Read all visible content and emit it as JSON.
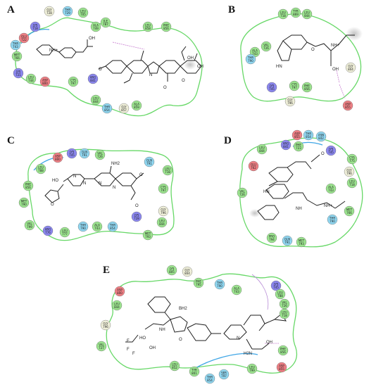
{
  "panels": {
    "A": {
      "label": "A",
      "atoms": [
        "NH+",
        "OH",
        "O",
        "O",
        "N",
        "OH",
        "OH",
        "O"
      ],
      "residues": [
        {
          "name": "GLY",
          "num": "728",
          "type": "gly"
        },
        {
          "name": "THR",
          "num": "729",
          "type": "polar"
        },
        {
          "name": "LEU",
          "num": "705",
          "type": "hyd"
        },
        {
          "name": "LYS",
          "num": "718",
          "type": "pos"
        },
        {
          "name": "ALA",
          "num": "749",
          "type": "hyd"
        },
        {
          "name": "ILE",
          "num": "787",
          "type": "hyd"
        },
        {
          "name": "GLU",
          "num": "722",
          "type": "neg"
        },
        {
          "name": "THR",
          "num": "743",
          "type": "polar"
        },
        {
          "name": "MET",
          "num": "766",
          "type": "hyd"
        },
        {
          "name": "LYS",
          "num": "721",
          "type": "pos"
        },
        {
          "name": "LEU",
          "num": "744",
          "type": "hyd"
        },
        {
          "name": "ASP",
          "num": "800",
          "type": "neg"
        },
        {
          "name": "CYS",
          "num": "797",
          "type": "hyd"
        },
        {
          "name": "ARG",
          "num": "841",
          "type": "pos"
        },
        {
          "name": "LEU",
          "num": "844",
          "type": "hyd"
        },
        {
          "name": "THR",
          "num": "854",
          "type": "polar"
        },
        {
          "name": "GLY",
          "num": "857",
          "type": "gly"
        },
        {
          "name": "ALA",
          "num": "859",
          "type": "hyd"
        },
        {
          "name": "LEU",
          "num": "858",
          "type": "hyd"
        },
        {
          "name": "PHE",
          "num": "856",
          "type": "hyd"
        }
      ]
    },
    "B": {
      "label": "B",
      "atoms": [
        "HN",
        "O",
        "NH+",
        "OH"
      ],
      "residues": [
        {
          "name": "LEU",
          "num": "718",
          "type": "hyd"
        },
        {
          "name": "TYR",
          "num": "869",
          "type": "hyd"
        },
        {
          "name": "LEU",
          "num": "844",
          "type": "hyd"
        },
        {
          "name": "VAL",
          "num": "726",
          "type": "hyd"
        },
        {
          "name": "ALA",
          "num": "743",
          "type": "hyd"
        },
        {
          "name": "THR",
          "num": "790",
          "type": "polar"
        },
        {
          "name": "LYS",
          "num": "745",
          "type": "pos"
        },
        {
          "name": "CYS",
          "num": "797",
          "type": "hyd"
        },
        {
          "name": "PHE",
          "num": "856",
          "type": "hyd"
        },
        {
          "name": "GLY",
          "num": "796",
          "type": "gly"
        },
        {
          "name": "ASP",
          "num": "855",
          "type": "neg"
        },
        {
          "name": "GLY",
          "num": "804",
          "type": "gly"
        }
      ]
    },
    "C": {
      "label": "C",
      "atoms": [
        "NH2",
        "HO",
        "N",
        "N",
        "O",
        "O",
        "O",
        "N",
        "N"
      ],
      "residues": [
        {
          "name": "ASP",
          "num": "800",
          "type": "neg"
        },
        {
          "name": "LYS",
          "num": "745",
          "type": "pos"
        },
        {
          "name": "GLN",
          "num": "791",
          "type": "polar"
        },
        {
          "name": "VAL",
          "num": "726",
          "type": "hyd"
        },
        {
          "name": "LEU",
          "num": "788",
          "type": "hyd"
        },
        {
          "name": "LEU",
          "num": "718",
          "type": "hyd"
        },
        {
          "name": "GLN",
          "num": "791",
          "type": "polar"
        },
        {
          "name": "PHE",
          "num": "856",
          "type": "hyd"
        },
        {
          "name": "MET",
          "num": "790",
          "type": "hyd"
        },
        {
          "name": "CYS",
          "num": "797",
          "type": "hyd"
        },
        {
          "name": "GLY",
          "num": "796",
          "type": "gly"
        },
        {
          "name": "VAL",
          "num": "799",
          "type": "hyd"
        },
        {
          "name": "ARG",
          "num": "776",
          "type": "pos"
        },
        {
          "name": "LEU",
          "num": "777",
          "type": "hyd"
        },
        {
          "name": "THR",
          "num": "790",
          "type": "polar"
        },
        {
          "name": "ALA",
          "num": "743",
          "type": "hyd"
        },
        {
          "name": "THR",
          "num": "854",
          "type": "polar"
        },
        {
          "name": "MET",
          "num": "793",
          "type": "hyd"
        },
        {
          "name": "LEU",
          "num": "844",
          "type": "hyd"
        },
        {
          "name": "LYS",
          "num": "728",
          "type": "pos"
        }
      ]
    },
    "D": {
      "label": "D",
      "atoms": [
        "O",
        "HN",
        "NH",
        "NH+"
      ],
      "residues": [
        {
          "name": "ASP",
          "num": "855",
          "type": "neg"
        },
        {
          "name": "THR",
          "num": "854",
          "type": "polar"
        },
        {
          "name": "ASN",
          "num": "842",
          "type": "polar"
        },
        {
          "name": "LEU",
          "num": "844",
          "type": "hyd"
        },
        {
          "name": "ARG",
          "num": "841",
          "type": "pos"
        },
        {
          "name": "PHE",
          "num": "723",
          "type": "hyd"
        },
        {
          "name": "LYS",
          "num": "745",
          "type": "pos"
        },
        {
          "name": "CYS",
          "num": "775",
          "type": "hyd"
        },
        {
          "name": "GLU",
          "num": "762",
          "type": "neg"
        },
        {
          "name": "VAL",
          "num": "726",
          "type": "hyd"
        },
        {
          "name": "GLY",
          "num": "796",
          "type": "gly"
        },
        {
          "name": "ALA",
          "num": "743",
          "type": "hyd"
        },
        {
          "name": "LEU",
          "num": "718",
          "type": "hyd"
        },
        {
          "name": "MET",
          "num": "766",
          "type": "hyd"
        },
        {
          "name": "THR",
          "num": "790",
          "type": "polar"
        },
        {
          "name": "PRO",
          "num": "794",
          "type": "hyd"
        },
        {
          "name": "GLN",
          "num": "791",
          "type": "polar"
        },
        {
          "name": "MET",
          "num": "793",
          "type": "hyd"
        }
      ]
    },
    "E": {
      "label": "E",
      "atoms": [
        "BH2",
        "NH",
        "HO",
        "OH",
        "F",
        "F",
        "F",
        "O",
        "N",
        "H2N",
        "OH"
      ],
      "residues": [
        {
          "name": "LYS",
          "num": "805",
          "type": "hyd"
        },
        {
          "name": "GLY",
          "num": "804",
          "type": "gly"
        },
        {
          "name": "PHE",
          "num": "795",
          "type": "hyd"
        },
        {
          "name": "THR",
          "num": "790",
          "type": "polar"
        },
        {
          "name": "ALA",
          "num": "743",
          "type": "hyd"
        },
        {
          "name": "LYS",
          "num": "745",
          "type": "pos"
        },
        {
          "name": "LEU",
          "num": "788",
          "type": "hyd"
        },
        {
          "name": "VAL",
          "num": "726",
          "type": "hyd"
        },
        {
          "name": "LEU",
          "num": "718",
          "type": "hyd"
        },
        {
          "name": "ASP",
          "num": "800",
          "type": "neg"
        },
        {
          "name": "LEU",
          "num": "844",
          "type": "hyd"
        },
        {
          "name": "GLY",
          "num": "796",
          "type": "gly"
        },
        {
          "name": "VAL",
          "num": "727",
          "type": "hyd"
        },
        {
          "name": "LEU",
          "num": "852",
          "type": "hyd"
        },
        {
          "name": "TYR",
          "num": "801",
          "type": "hyd"
        },
        {
          "name": "THR",
          "num": "854",
          "type": "polar"
        },
        {
          "name": "SER",
          "num": "797",
          "type": "polar"
        },
        {
          "name": "LEU",
          "num": "799",
          "type": "hyd"
        },
        {
          "name": "ASP",
          "num": "855",
          "type": "neg"
        },
        {
          "name": "PHE",
          "num": "856",
          "type": "hyd"
        }
      ]
    }
  },
  "colors": {
    "hyd": "#9be38e",
    "polar": "#8fd6f0",
    "pos": "#8a86ee",
    "neg": "#ee7f84",
    "gly": "#eeeed8",
    "pocket": "#67d867",
    "pocket_alt": "#3fa6e6",
    "bond": "#1f1f1f"
  }
}
